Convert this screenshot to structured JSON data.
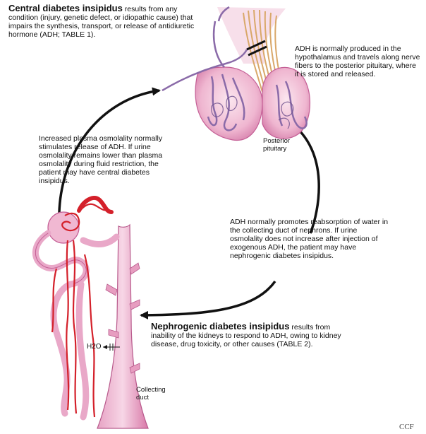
{
  "central": {
    "heading": "Central diabetes insipidus",
    "body": " results from any condition (injury, genetic defect, or idiopathic cause) that impairs the synthesis, transport, or release of antidiuretic hormone (ADH; TABLE 1)."
  },
  "adh_produced": "ADH is normally produced in the hypothalamus and travels along nerve fibers to the posterior pituitary, where it is stored and released.",
  "posterior_pituitary_label": "Posterior pituitary",
  "plasma_osmolality": "Increased plasma osmolality normally stimulates release of ADH. If urine osmolality remains lower than plasma osmolality during fluid restriction, the patient may have central diabetes insipidus.",
  "adh_promotes": "ADH normally promotes reabsorption of water in the collecting duct of nephrons. If urine osmolality does not increase after injection of exogenous ADH, the patient may have nephrogenic diabetes insipidus.",
  "nephrogenic": {
    "heading": "Nephrogenic diabetes insipidus",
    "body": " results from inability of the kidneys to respond to ADH, owing to kidney disease, drug toxicity, or other causes (TABLE 2)."
  },
  "water_label": "H2O",
  "collecting_duct_label": "Collecting duct",
  "credit": "CCF",
  "colors": {
    "pink_light": "#f6d3e3",
    "pink": "#d65a9a",
    "purple": "#8a6aa8",
    "red": "#d4202a",
    "tan": "#d9a86a",
    "arrow": "#111111"
  },
  "icons": [
    "pituitary-illustration",
    "nephron-illustration",
    "cycle-arrow"
  ]
}
